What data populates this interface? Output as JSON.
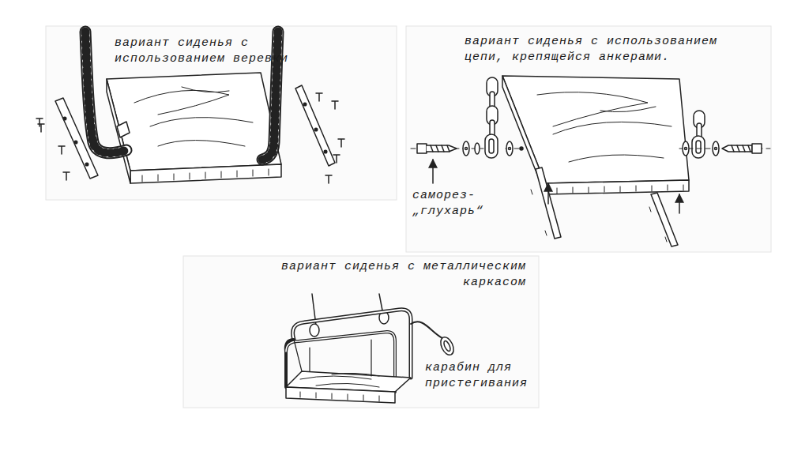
{
  "diagram": {
    "labels": [
      "вариант сиденья с использованием веревки",
      "вариант сиденья с использованием цепи, крепящейся анкерами.",
      "саморез- „глухарь“",
      "вариант сиденья с металлическим каркасом",
      "карабин для пристегивания"
    ]
  }
}
